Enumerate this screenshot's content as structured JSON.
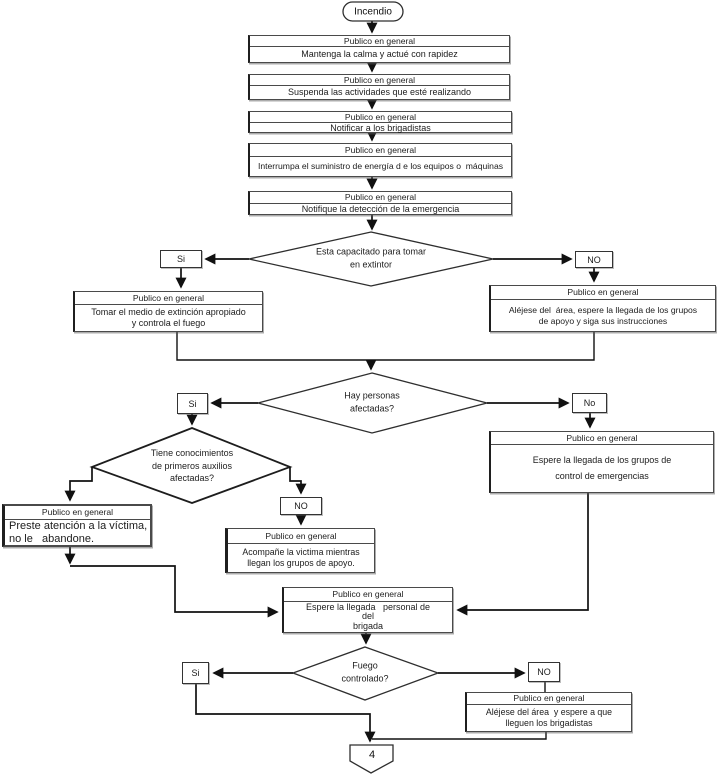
{
  "colors": {
    "line": "#111111",
    "background": "#ffffff"
  },
  "flow": {
    "start_label": "Incendio",
    "off_page_connector": "4",
    "boxes": {
      "mantenga": {
        "header": "Publico en general",
        "body": "Mantenga la calma y actué con rapidez"
      },
      "suspenda": {
        "header": "Publico en general",
        "body": "Suspenda las actividades que esté realizando"
      },
      "notificar": {
        "header": "Publico en general",
        "body": "Notificar a los brigadistas"
      },
      "interrumpa": {
        "header": "Publico en general",
        "body": "Interrumpa el suministro de energía d e los equipos o  máquinas"
      },
      "notifique": {
        "header": "Publico en general",
        "body": "Notifique la detección de la emergencia"
      },
      "tomar": {
        "header": "Publico en general",
        "body": "Tomar el medio de extinción apropiado\ny controla el fuego"
      },
      "alejese1": {
        "header": "Publico en general",
        "body": "Aléjese del  área, espere la llegada de los grupos\nde apoyo y siga sus instrucciones"
      },
      "espere_grupos": {
        "header": "Publico en general",
        "body": "Espere la llegada de los grupos de\ncontrol de emergencias"
      },
      "preste": {
        "header": "Publico en general",
        "body": "Preste atención a la víctima,\nno le   abandone."
      },
      "acompane": {
        "header": "Publico en general",
        "body": "Acompañe la victima mientras\nllegan los grupos de apoyo."
      },
      "espere_personal": {
        "header": "Publico en general",
        "body": "Espere la llegada   personal de\ndel\nbrigada"
      },
      "alejese2": {
        "header": "Publico en general",
        "body": "Aléjese del área  y espere a que\nlleguen los brigadistas"
      }
    },
    "decisions": {
      "capacitado": "Esta capacitado para tomar\nen extintor",
      "personas": "Hay personas\nafectadas?",
      "conocimientos": "Tiene conocimientos\nde primeros auxilios\nafectadas?",
      "fuego": "Fuego\ncontrolado?"
    },
    "labels": {
      "yes1": "Si",
      "no1": "NO",
      "yes2": "Si",
      "no2": "No",
      "no3": "NO",
      "yes3": "Si",
      "no4": "NO"
    }
  }
}
